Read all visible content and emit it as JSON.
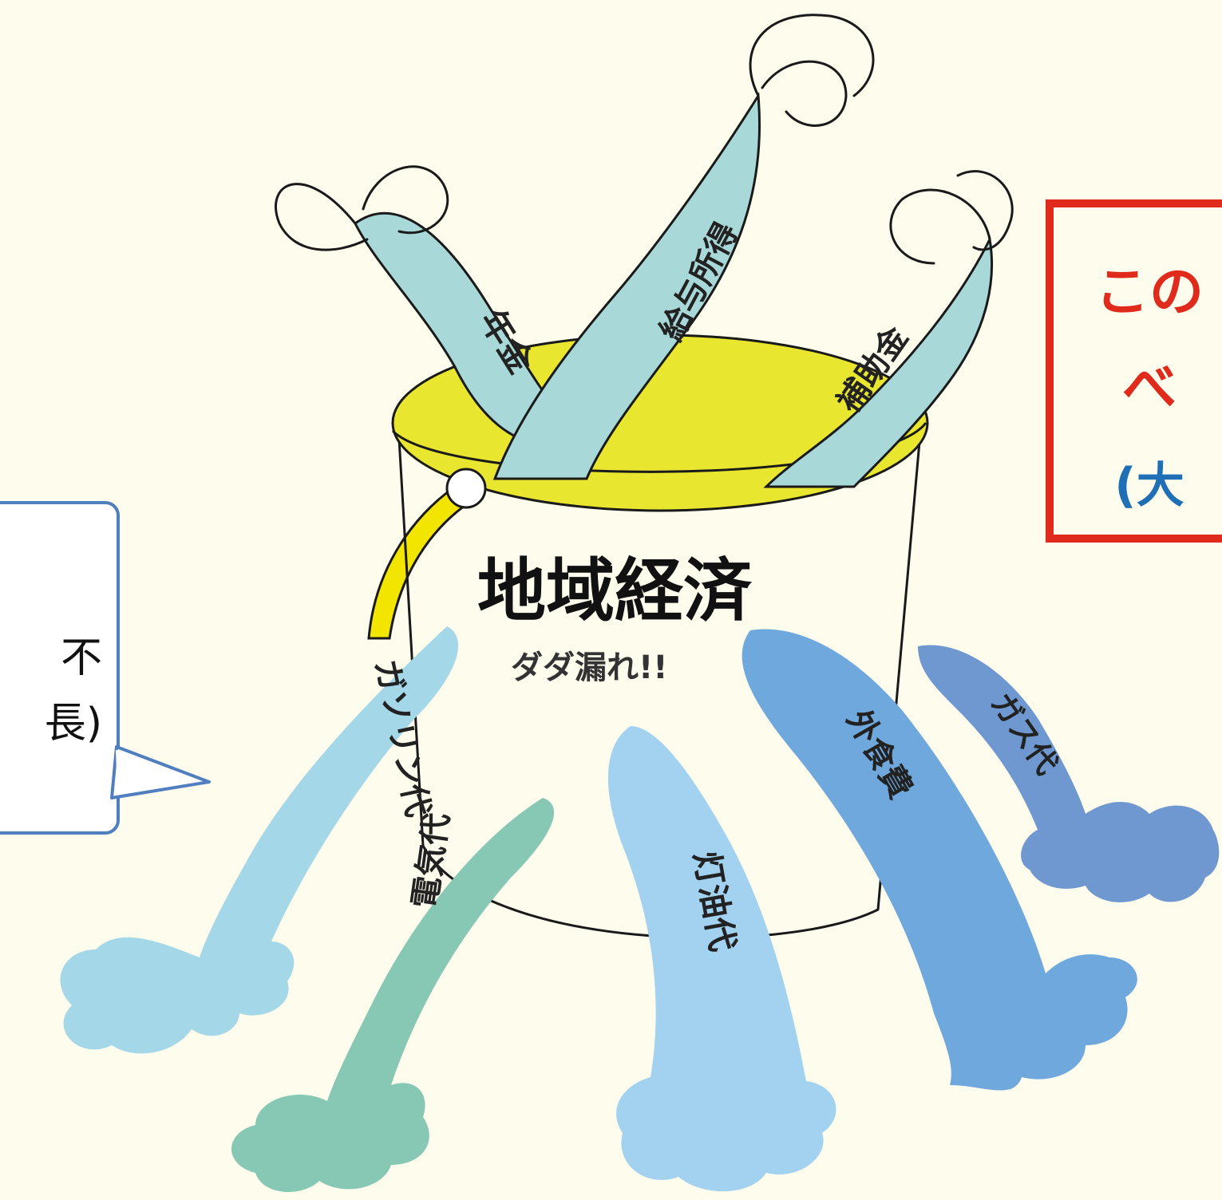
{
  "bucket": {
    "title": "地域経済",
    "subtitle": "ダダ漏れ!!",
    "colors": {
      "rim": "#e8e62e",
      "handle": "#f2e600",
      "body": "#fefcec",
      "outline": "#1a1a1a"
    }
  },
  "inflows": [
    {
      "label": "年金",
      "color": "#a9d8d9"
    },
    {
      "label": "給与所得",
      "color": "#a9d8d9"
    },
    {
      "label": "補助金",
      "color": "#a9d8d9"
    }
  ],
  "outflows": [
    {
      "label": "ガソリン代",
      "color": "#a4d8e8"
    },
    {
      "label": "電気代",
      "color": "#86c8b3"
    },
    {
      "label": "灯油代",
      "color": "#a2d2f0"
    },
    {
      "label": "外食費",
      "color": "#6fa8dc"
    },
    {
      "label": "ガス代",
      "color": "#6f98d0"
    }
  ],
  "callout": {
    "line1": "不",
    "line2": "長)",
    "border_color": "#4f7fbf"
  },
  "red_box": {
    "line1": "この",
    "line2": "べ",
    "line3": "(大",
    "line1_color": "#e02a1b",
    "line2_color": "#e02a1b",
    "line3_color": "#1f6fb7",
    "border_color": "#e02a1b"
  }
}
